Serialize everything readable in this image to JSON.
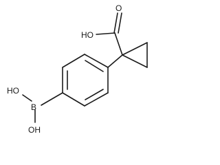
{
  "molecule": {
    "atoms": {
      "hydroxyl_upper": "HO",
      "carbonyl_oxygen": "O",
      "hydroxyl_boron_upper": "HO",
      "boron": "B",
      "hydroxyl_boron_lower": "OH"
    },
    "colors": {
      "bond": "#1a1a1a",
      "text": "#1a1a1a",
      "background": "#ffffff"
    }
  }
}
